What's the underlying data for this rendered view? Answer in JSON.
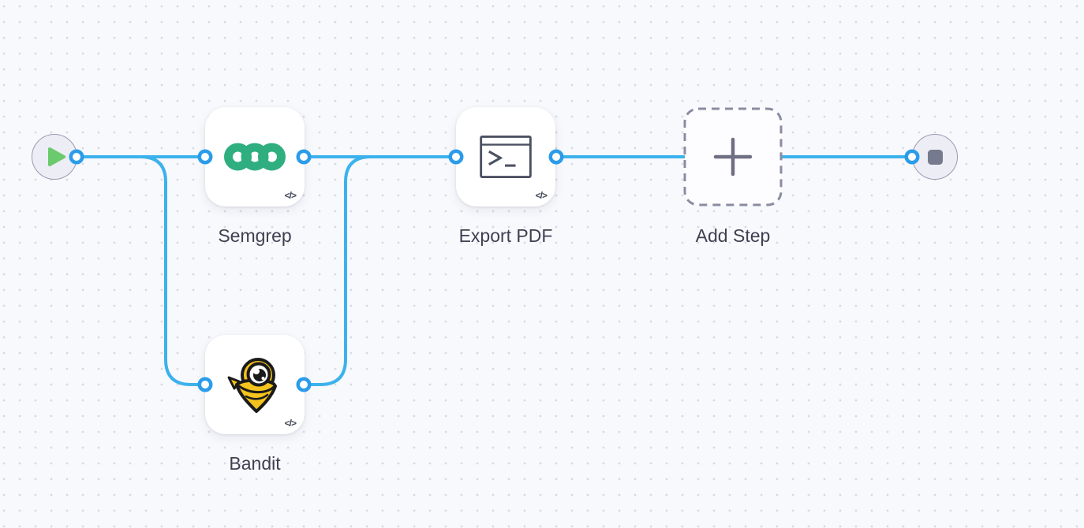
{
  "canvas": {
    "background": "#f8f9fd",
    "dot_color": "#d8dae3"
  },
  "palette": {
    "edge_blue": "#3cb2ec",
    "port_ring_blue": "#2b9ce9",
    "semgrep_green": "#2fae80",
    "bandit_yellow": "#f5c31d",
    "icon_slate": "#4b5162",
    "play_green": "#6bca6d",
    "stop_gray": "#757a8f",
    "label_color": "#3d4150"
  },
  "workflow": {
    "start_node": {
      "icon": "play-icon"
    },
    "end_node": {
      "icon": "stop-icon"
    },
    "steps": [
      {
        "id": "semgrep",
        "label": "Semgrep",
        "icon": "semgrep-rings-icon",
        "code_badge": "</>"
      },
      {
        "id": "bandit",
        "label": "Bandit",
        "icon": "bandit-mascot-icon",
        "code_badge": "</>"
      },
      {
        "id": "export-pdf",
        "label": "Export PDF",
        "icon": "terminal-window-icon",
        "code_badge": "</>"
      },
      {
        "id": "add-step",
        "label": "Add Step",
        "icon": "plus-icon",
        "placeholder": true
      }
    ]
  }
}
